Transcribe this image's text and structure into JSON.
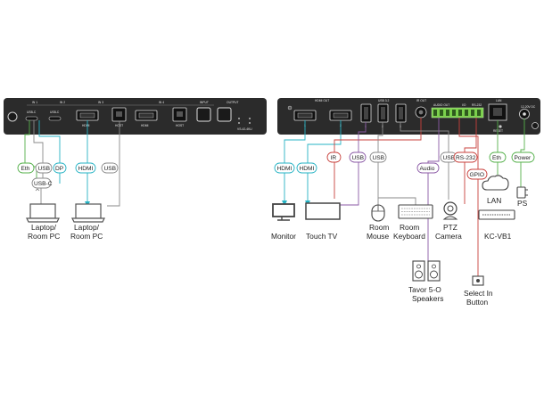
{
  "left_device": {
    "section_labels": [
      "IN 1",
      "IN 2",
      "IN 3",
      "IN 4",
      "INPUT",
      "OUTPUT"
    ],
    "port_labels": [
      "USB-C",
      "USB-C",
      "HDMI",
      "HOST",
      "HDMI",
      "HOST"
    ],
    "model": "VS-42-4KU"
  },
  "right_device": {
    "section_labels": [
      "HDMI OUT",
      "USB 3.2",
      "IR OUT",
      "LAN",
      "12-20V DC"
    ],
    "port_numbers": [
      "1",
      "2",
      "1",
      "2",
      "3"
    ],
    "terminal_labels": [
      "AUDIO OUT",
      "I/O",
      "RS-232"
    ],
    "reset_label": "RESET"
  },
  "connector_tags": {
    "eth": "Eth",
    "usb_1": "USB",
    "dp": "DP",
    "usb_c": "USB-C",
    "hdmi_in": "HDMI",
    "usb_2": "USB",
    "hdmi_out_1": "HDMI",
    "hdmi_out_2": "HDMI",
    "ir": "IR",
    "usb_3": "USB",
    "usb_4": "USB",
    "audio": "Audio",
    "usb_5": "USB",
    "rs232": "RS-232",
    "gpio": "GPIO",
    "eth_2": "Eth",
    "power": "Power"
  },
  "devices": {
    "laptop_1": [
      "Laptop/",
      "Room PC"
    ],
    "laptop_2": [
      "Laptop/",
      "Room PC"
    ],
    "monitor": "Monitor",
    "touch_tv": "Touch TV",
    "room_mouse": [
      "Room",
      "Mouse"
    ],
    "room_keyboard": [
      "Room",
      "Keyboard"
    ],
    "ptz_camera": [
      "PTZ",
      "Camera"
    ],
    "kc_vb1": "KC-VB1",
    "lan": "LAN",
    "ps": "PS",
    "speakers": [
      "Tavor 5-O",
      "Speakers"
    ],
    "select_button": [
      "Select In",
      "Button"
    ]
  },
  "colors": {
    "green": "#54b04a",
    "teal": "#26b3c4",
    "red": "#c8413c",
    "purple": "#8b5aa6",
    "gray": "#8a8a8a",
    "panel": "#2b2b2b"
  }
}
